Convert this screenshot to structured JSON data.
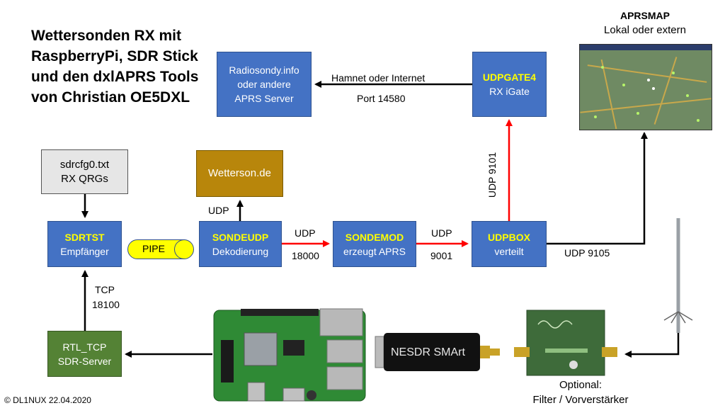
{
  "title": "Wettersonden RX mit\nRaspberryPi, SDR Stick\nund den dxlAPRS Tools\nvon Christian OE5DXL",
  "aprsmap": {
    "title": "APRSMAP",
    "subtitle": "Lokal oder extern"
  },
  "boxes": {
    "radiosondy": {
      "line1": "Radiosondy.info",
      "line2": "oder andere",
      "line3": "APRS Server"
    },
    "udpgate": {
      "name": "UDPGATE4",
      "desc": "RX iGate"
    },
    "sdrcfg": {
      "line1": "sdrcfg0.txt",
      "line2": "RX QRGs"
    },
    "wetterson": {
      "label": "Wetterson.de"
    },
    "sdrtst": {
      "name": "SDRTST",
      "desc": "Empfänger"
    },
    "sondeudp": {
      "name": "SONDEUDP",
      "desc": "Dekodierung"
    },
    "sondemod": {
      "name": "SONDEMOD",
      "desc": "erzeugt APRS"
    },
    "udpbox": {
      "name": "UDPBOX",
      "desc": "verteilt"
    },
    "rtltcp": {
      "line1": "RTL_TCP",
      "line2": "SDR-Server"
    }
  },
  "pipe": "PIPE",
  "labels": {
    "hamnet": "Hamnet oder Internet",
    "port14580": "Port 14580",
    "udp9101": "UDP 9101",
    "udp_wetterson": "UDP",
    "udp_18000_top": "UDP",
    "udp_18000_bottom": "18000",
    "udp_9001_top": "UDP",
    "udp_9001_bottom": "9001",
    "udp9105": "UDP 9105",
    "tcp_top": "TCP",
    "tcp_bottom": "18100"
  },
  "hardware": {
    "sdr_stick_text": "NESDR SMArt",
    "filter_caption_1": "Optional:",
    "filter_caption_2": "Filter / Vorverstärker"
  },
  "footer": "© DL1NUX 22.04.2020",
  "colors": {
    "box_blue": "#4472c4",
    "highlight": "#ffff00",
    "arrow_red": "#ff0000",
    "arrow_black": "#000000",
    "gold": "#b8860b",
    "green": "#548235"
  }
}
